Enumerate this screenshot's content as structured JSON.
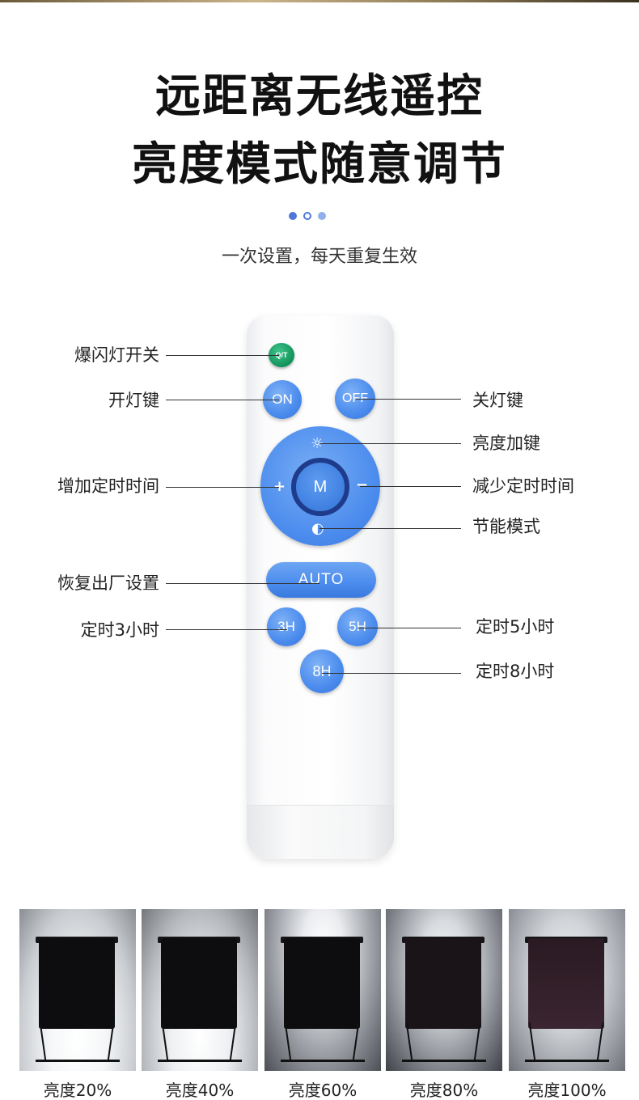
{
  "headline": {
    "line1": "远距离无线遥控",
    "line2": "亮度模式随意调节"
  },
  "dots": [
    {
      "name": "dot-filled",
      "color": "#4f78d6",
      "filled": true
    },
    {
      "name": "dot-outline",
      "color": "#4f78d6",
      "filled": false
    },
    {
      "name": "dot-light",
      "color": "#8fb0ea",
      "filled": true
    }
  ],
  "subtitle": "一次设置，每天重复生效",
  "remote": {
    "buttons": {
      "flash": "Q/T",
      "on": "ON",
      "off": "OFF",
      "mode": "M",
      "plus": "+",
      "minus": "−",
      "auto": "AUTO",
      "t3": "3H",
      "t5": "5H",
      "t8": "8H"
    },
    "icons": {
      "brightness_up": "sun-icon",
      "energy_saving": "half-sun-icon"
    }
  },
  "callouts": {
    "flash_switch": "爆闪灯开关",
    "on_key": "开灯键",
    "off_key": "关灯键",
    "brightness_up": "亮度加键",
    "time_add": "增加定时时间",
    "time_reduce": "减少定时时间",
    "energy_mode": "节能模式",
    "factory_reset": "恢复出厂设置",
    "timer_3h": "定时3小时",
    "timer_5h": "定时5小时",
    "timer_8h": "定时8小时"
  },
  "brightness_photos": [
    {
      "caption": "亮度20%"
    },
    {
      "caption": "亮度40%"
    },
    {
      "caption": "亮度60%"
    },
    {
      "caption": "亮度80%"
    },
    {
      "caption": "亮度100%"
    }
  ]
}
